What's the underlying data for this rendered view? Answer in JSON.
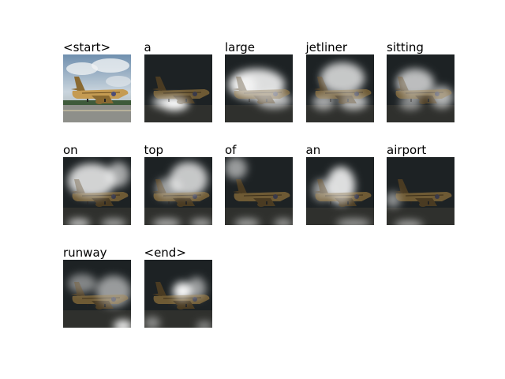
{
  "figure": {
    "cells": [
      {
        "word": "<start>",
        "overlay": "none"
      },
      {
        "word": "a",
        "overlay": "a"
      },
      {
        "word": "large",
        "overlay": "large"
      },
      {
        "word": "jetliner",
        "overlay": "jetliner"
      },
      {
        "word": "sitting",
        "overlay": "sitting"
      },
      {
        "word": "on",
        "overlay": "on"
      },
      {
        "word": "top",
        "overlay": "top"
      },
      {
        "word": "of",
        "overlay": "of"
      },
      {
        "word": "an",
        "overlay": "an"
      },
      {
        "word": "airport",
        "overlay": "airport"
      },
      {
        "word": "runway",
        "overlay": "runway"
      },
      {
        "word": "<end>",
        "overlay": "end"
      }
    ]
  }
}
